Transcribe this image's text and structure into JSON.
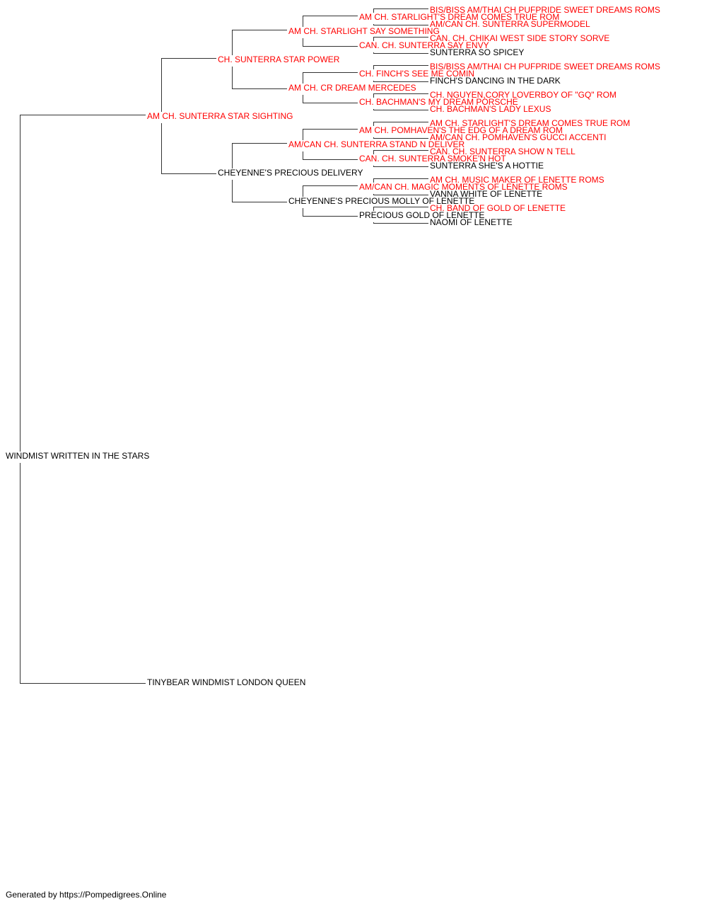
{
  "colors": {
    "champion": "#ff0000",
    "regular": "#000000",
    "lines": "#333333"
  },
  "pedigree": {
    "name": "WINDMIST WRITTEN IN THE STARS",
    "champion": false,
    "sire": {
      "name": "AM CH. SUNTERRA STAR SIGHTING",
      "champion": true,
      "sire": {
        "name": "CH. SUNTERRA STAR POWER",
        "champion": true,
        "sire": {
          "name": "AM CH. STARLIGHT SAY SOMETHING",
          "champion": true,
          "sire": {
            "name": "AM CH. STARLIGHT'S DREAM COMES TRUE ROM",
            "champion": true,
            "sire": {
              "name": "BIS/BISS AM/THAI CH PUFPRIDE SWEET DREAMS ROMS",
              "champion": true
            },
            "dam": {
              "name": "AM/CAN CH. SUNTERRA SUPERMODEL",
              "champion": true
            }
          },
          "dam": {
            "name": "CAN. CH. SUNTERRA SAY ENVY",
            "champion": true,
            "sire": {
              "name": "CAN. CH. CHIKAI WEST SIDE STORY SORVE",
              "champion": true
            },
            "dam": {
              "name": "SUNTERRA SO SPICEY",
              "champion": false
            }
          }
        },
        "dam": {
          "name": "AM CH. CR DREAM MERCEDES",
          "champion": true,
          "sire": {
            "name": "CH. FINCH'S SEE ME COMIN",
            "champion": true,
            "sire": {
              "name": "BIS/BISS AM/THAI CH PUFPRIDE SWEET DREAMS ROMS",
              "champion": true
            },
            "dam": {
              "name": "FINCH'S DANCING IN THE DARK",
              "champion": false
            }
          },
          "dam": {
            "name": "CH. BACHMAN'S MY DREAM PORSCHE",
            "champion": true,
            "sire": {
              "name": "CH. NGUYEN,CORY LOVERBOY OF \"GQ\" ROM",
              "champion": true
            },
            "dam": {
              "name": "CH. BACHMAN'S LADY LEXUS",
              "champion": true
            }
          }
        }
      },
      "dam": {
        "name": "CHEYENNE'S PRECIOUS DELIVERY",
        "champion": false,
        "sire": {
          "name": "AM/CAN CH. SUNTERRA STAND N DELIVER",
          "champion": true,
          "sire": {
            "name": "AM CH. POMHAVEN'S THE EDG OF A DREAM ROM",
            "champion": true,
            "sire": {
              "name": "AM CH. STARLIGHT'S DREAM COMES TRUE ROM",
              "champion": true
            },
            "dam": {
              "name": "AM/CAN CH. POMHAVEN'S GUCCI ACCENTI",
              "champion": true
            }
          },
          "dam": {
            "name": "CAN. CH. SUNTERRA SMOKE'N HOT",
            "champion": true,
            "sire": {
              "name": "CAN. CH. SUNTERRA SHOW N TELL",
              "champion": true
            },
            "dam": {
              "name": "SUNTERRA SHE'S A HOTTIE",
              "champion": false
            }
          }
        },
        "dam": {
          "name": "CHEYENNE'S PRECIOUS MOLLY OF LENETTE",
          "champion": false,
          "sire": {
            "name": "AM/CAN CH. MAGIC MOMENTS OF LENETTE ROMS",
            "champion": true,
            "sire": {
              "name": "AM CH. MUSIC MAKER OF LENETTE ROMS",
              "champion": true
            },
            "dam": {
              "name": "VANNA WHITE OF LENETTE",
              "champion": false
            }
          },
          "dam": {
            "name": "PRECIOUS GOLD OF LENETTE",
            "champion": false,
            "sire": {
              "name": "CH. BAND OF GOLD OF LENETTE",
              "champion": true
            },
            "dam": {
              "name": "NAOMI OF LENETTE",
              "champion": false
            }
          }
        }
      }
    },
    "dam": {
      "name": "TINYBEAR WINDMIST LONDON QUEEN",
      "champion": false
    }
  },
  "footer": "Generated by https://Pompedigrees.Online"
}
